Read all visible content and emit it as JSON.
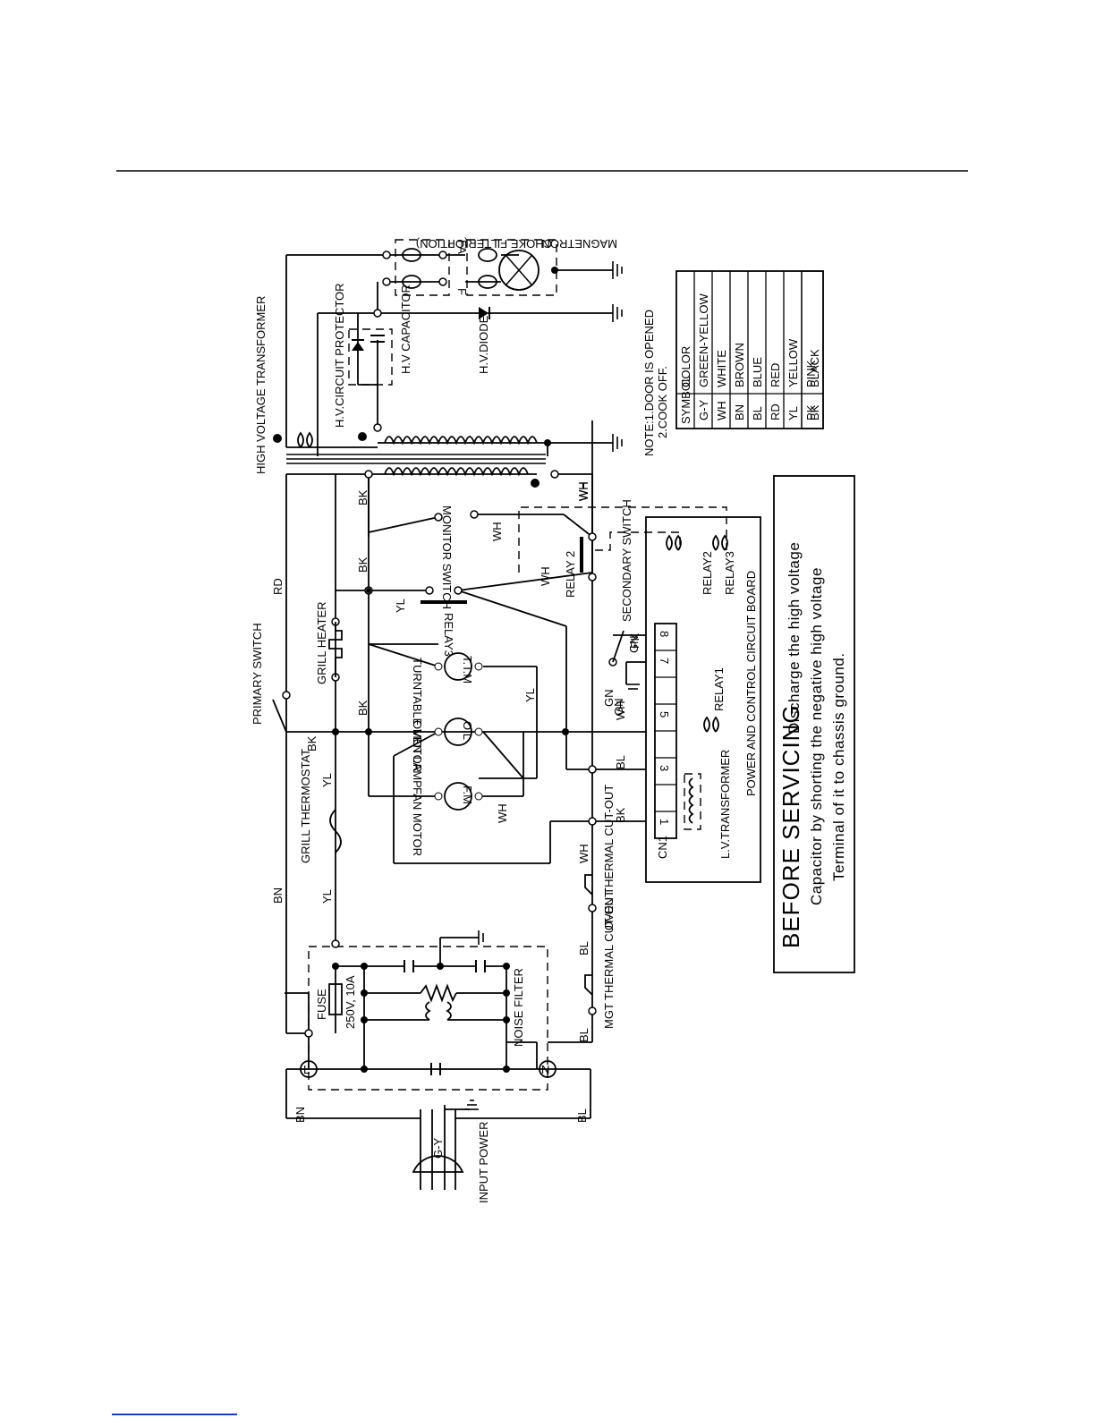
{
  "labels": {
    "choke_filter": "CHOKE FILTER(OPTION)",
    "magnetron": "MAGNETRON",
    "fa": "FA",
    "f": "F",
    "hv_circuit_protector": "H.V.CIRCUIT PROTECTOR",
    "hv_capacitor": "H.V CAPACITOR",
    "hv_diode": "H.V.DIODE",
    "hv_transformer": "HIGH VOLTAGE TRANSFORMER",
    "note": "NOTE:1.DOOR IS OPENED",
    "note2": "2.COOK OFF.",
    "primary_switch": "PRIMARY SWITCH",
    "grill_heater": "GRILL HEATER",
    "grill_thermostat": "GRILL THERMOSTAT",
    "monitor_switch": "MONITOR SWITCH",
    "relay2": "RELAY 2",
    "relay3": "RELAY3",
    "secondary_switch": "SECONDARY SWITCH",
    "turntable_motor": "TURNTABLE MOTOR",
    "ttm": "T.T.M",
    "oven_lamp": "OVEN LAMP",
    "ol": "O.L",
    "fan_motor": "FAN MOTOR",
    "fm": "F.M",
    "board": "POWER AND CONTROL CIRCUIT BOARD",
    "board_relay2": "RELAY2",
    "board_relay3": "RELAY3",
    "board_relay1": "RELAY1",
    "lv_transformer": "L.V.TRANSFORMER",
    "cn1": "CN1",
    "oven_cutout": "OVEN THERMAL CUT-OUT",
    "mgt_cutout": "MGT THERMAL CUT-OUT",
    "fuse": "FUSE",
    "fuse_rating": "250V, 10A",
    "noise_filter": "NOISE FILTER",
    "input_power": "INPUT POWER",
    "L": "L",
    "N": "N",
    "gy": "G-Y",
    "gn": "GN"
  },
  "wire_labels": [
    "RD",
    "BN",
    "BK",
    "YL",
    "YL",
    "BK",
    "BK",
    "BK",
    "YL",
    "WH",
    "WH",
    "WH",
    "YL",
    "WH",
    "BL",
    "BK",
    "WH",
    "BL",
    "BL",
    "BN",
    "BL",
    "PK",
    "GN",
    "WH",
    "WH"
  ],
  "connector_pins": [
    "1",
    "",
    "3",
    "",
    "5",
    "",
    "7",
    "8"
  ],
  "color_table": {
    "header_symbol": "SYMBOL",
    "header_color": "COLOR",
    "rows": [
      {
        "symbol": "G-Y",
        "color": "GREEN-YELLOW"
      },
      {
        "symbol": "WH",
        "color": "WHITE"
      },
      {
        "symbol": "BN",
        "color": "BROWN"
      },
      {
        "symbol": "BL",
        "color": "BLUE"
      },
      {
        "symbol": "RD",
        "color": "RED"
      },
      {
        "symbol": "YL",
        "color": "YELLOW"
      },
      {
        "symbol": "PK",
        "color": "PINK"
      },
      {
        "symbol": "BK",
        "color": "BLACK"
      }
    ]
  },
  "warning": {
    "title": "BEFORE SERVICING",
    "line1": "Discharge the high voltage",
    "line2": "Capacitor by shorting the negative high voltage",
    "line3": "Terminal of it to chassis ground."
  }
}
